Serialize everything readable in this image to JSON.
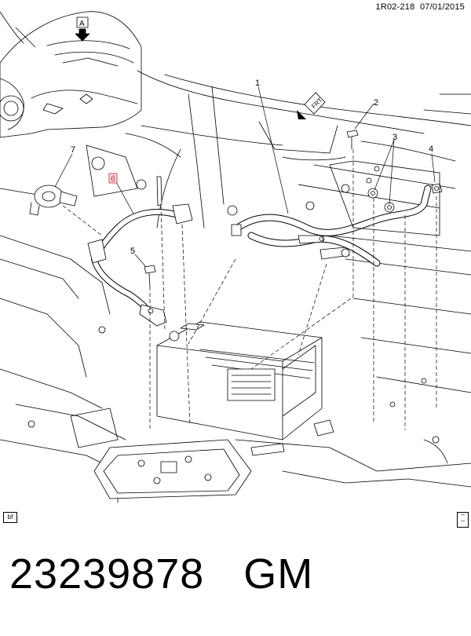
{
  "header": {
    "doc_id": "1R02-218",
    "date": "07/01/2015"
  },
  "view_marker": {
    "label": "A"
  },
  "direction_marker": {
    "label": "FRT"
  },
  "callouts": [
    {
      "label": "1"
    },
    {
      "label": "2"
    },
    {
      "label": "3"
    },
    {
      "label": "4"
    },
    {
      "label": "5"
    },
    {
      "label": "6"
    },
    {
      "label": "7"
    }
  ],
  "highlight_color": "#c0262c",
  "corner_tag": "bf",
  "footer": {
    "part_number": "23239878",
    "brand": "GM"
  }
}
